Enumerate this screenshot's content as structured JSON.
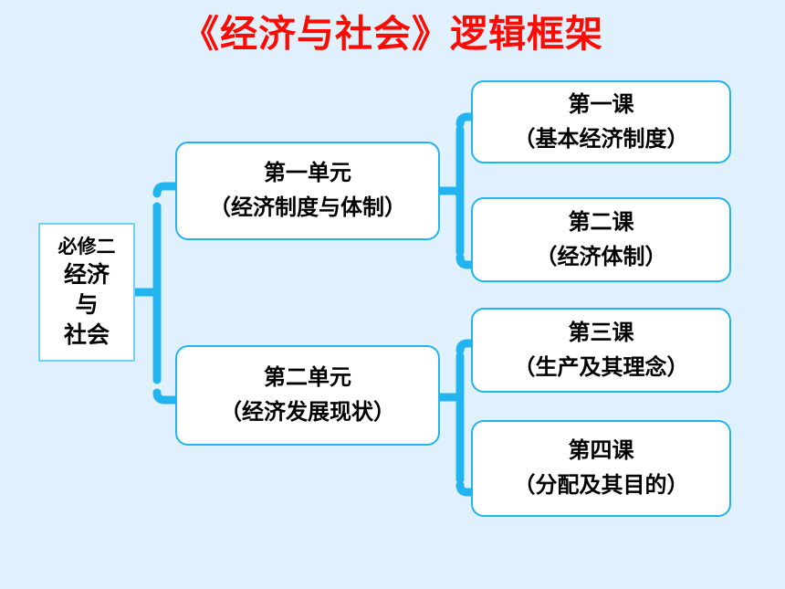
{
  "page": {
    "background_color": "#e0f0fc",
    "title": "《经济与社会》逻辑框架",
    "title_color": "#fa0c05",
    "connector_color": "#21b4ef",
    "node_border_color": "#21b4ef",
    "node_fill_color": "#ffffff"
  },
  "diagram": {
    "type": "tree",
    "orientation": "left-to-right",
    "root": {
      "lines": [
        "必修二",
        "经济",
        "与",
        "社会"
      ],
      "line_0": "必修二",
      "line_1": "经济",
      "line_2": "与",
      "line_3": "社会"
    },
    "units": [
      {
        "title": "第一单元",
        "subtitle": "（经济制度与体制）",
        "lessons": [
          {
            "title": "第一课",
            "subtitle": "（基本经济制度）"
          },
          {
            "title": "第二课",
            "subtitle": "（经济体制）"
          }
        ]
      },
      {
        "title": "第二单元",
        "subtitle": "（经济发展现状）",
        "lessons": [
          {
            "title": "第三课",
            "subtitle": "（生产及其理念）"
          },
          {
            "title": "第四课",
            "subtitle": "（分配及其目的）"
          }
        ]
      }
    ]
  }
}
